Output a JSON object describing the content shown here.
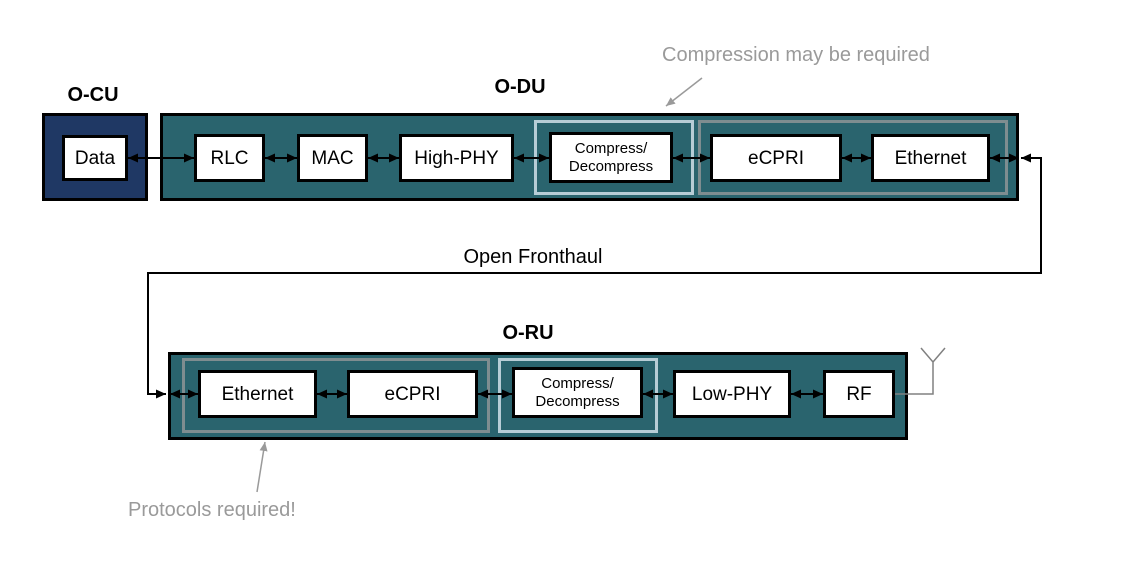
{
  "colors": {
    "navy": "#1f3864",
    "teal": "#2a646e",
    "frame_light_blue": "#b7cdd6",
    "frame_grey": "#7e8d90",
    "note_grey": "#9a9a9a",
    "line_black": "#000000",
    "antenna_grey": "#808080",
    "box_white": "#ffffff"
  },
  "ocu": {
    "title": "O-CU",
    "box": {
      "label": "Data"
    }
  },
  "odu": {
    "title": "O-DU",
    "boxes": [
      {
        "label": "RLC"
      },
      {
        "label": "MAC"
      },
      {
        "label": "High-PHY"
      },
      {
        "label_line1": "Compress/",
        "label_line2": "Decompress"
      },
      {
        "label": "eCPRI"
      },
      {
        "label": "Ethernet"
      }
    ]
  },
  "oru": {
    "title": "O-RU",
    "boxes": [
      {
        "label": "Ethernet"
      },
      {
        "label": "eCPRI"
      },
      {
        "label_line1": "Compress/",
        "label_line2": "Decompress"
      },
      {
        "label": "Low-PHY"
      },
      {
        "label": "RF"
      }
    ]
  },
  "fronthaul_label": "Open Fronthaul",
  "annotations": {
    "compression": "Compression may be required",
    "protocols": "Protocols required!"
  }
}
